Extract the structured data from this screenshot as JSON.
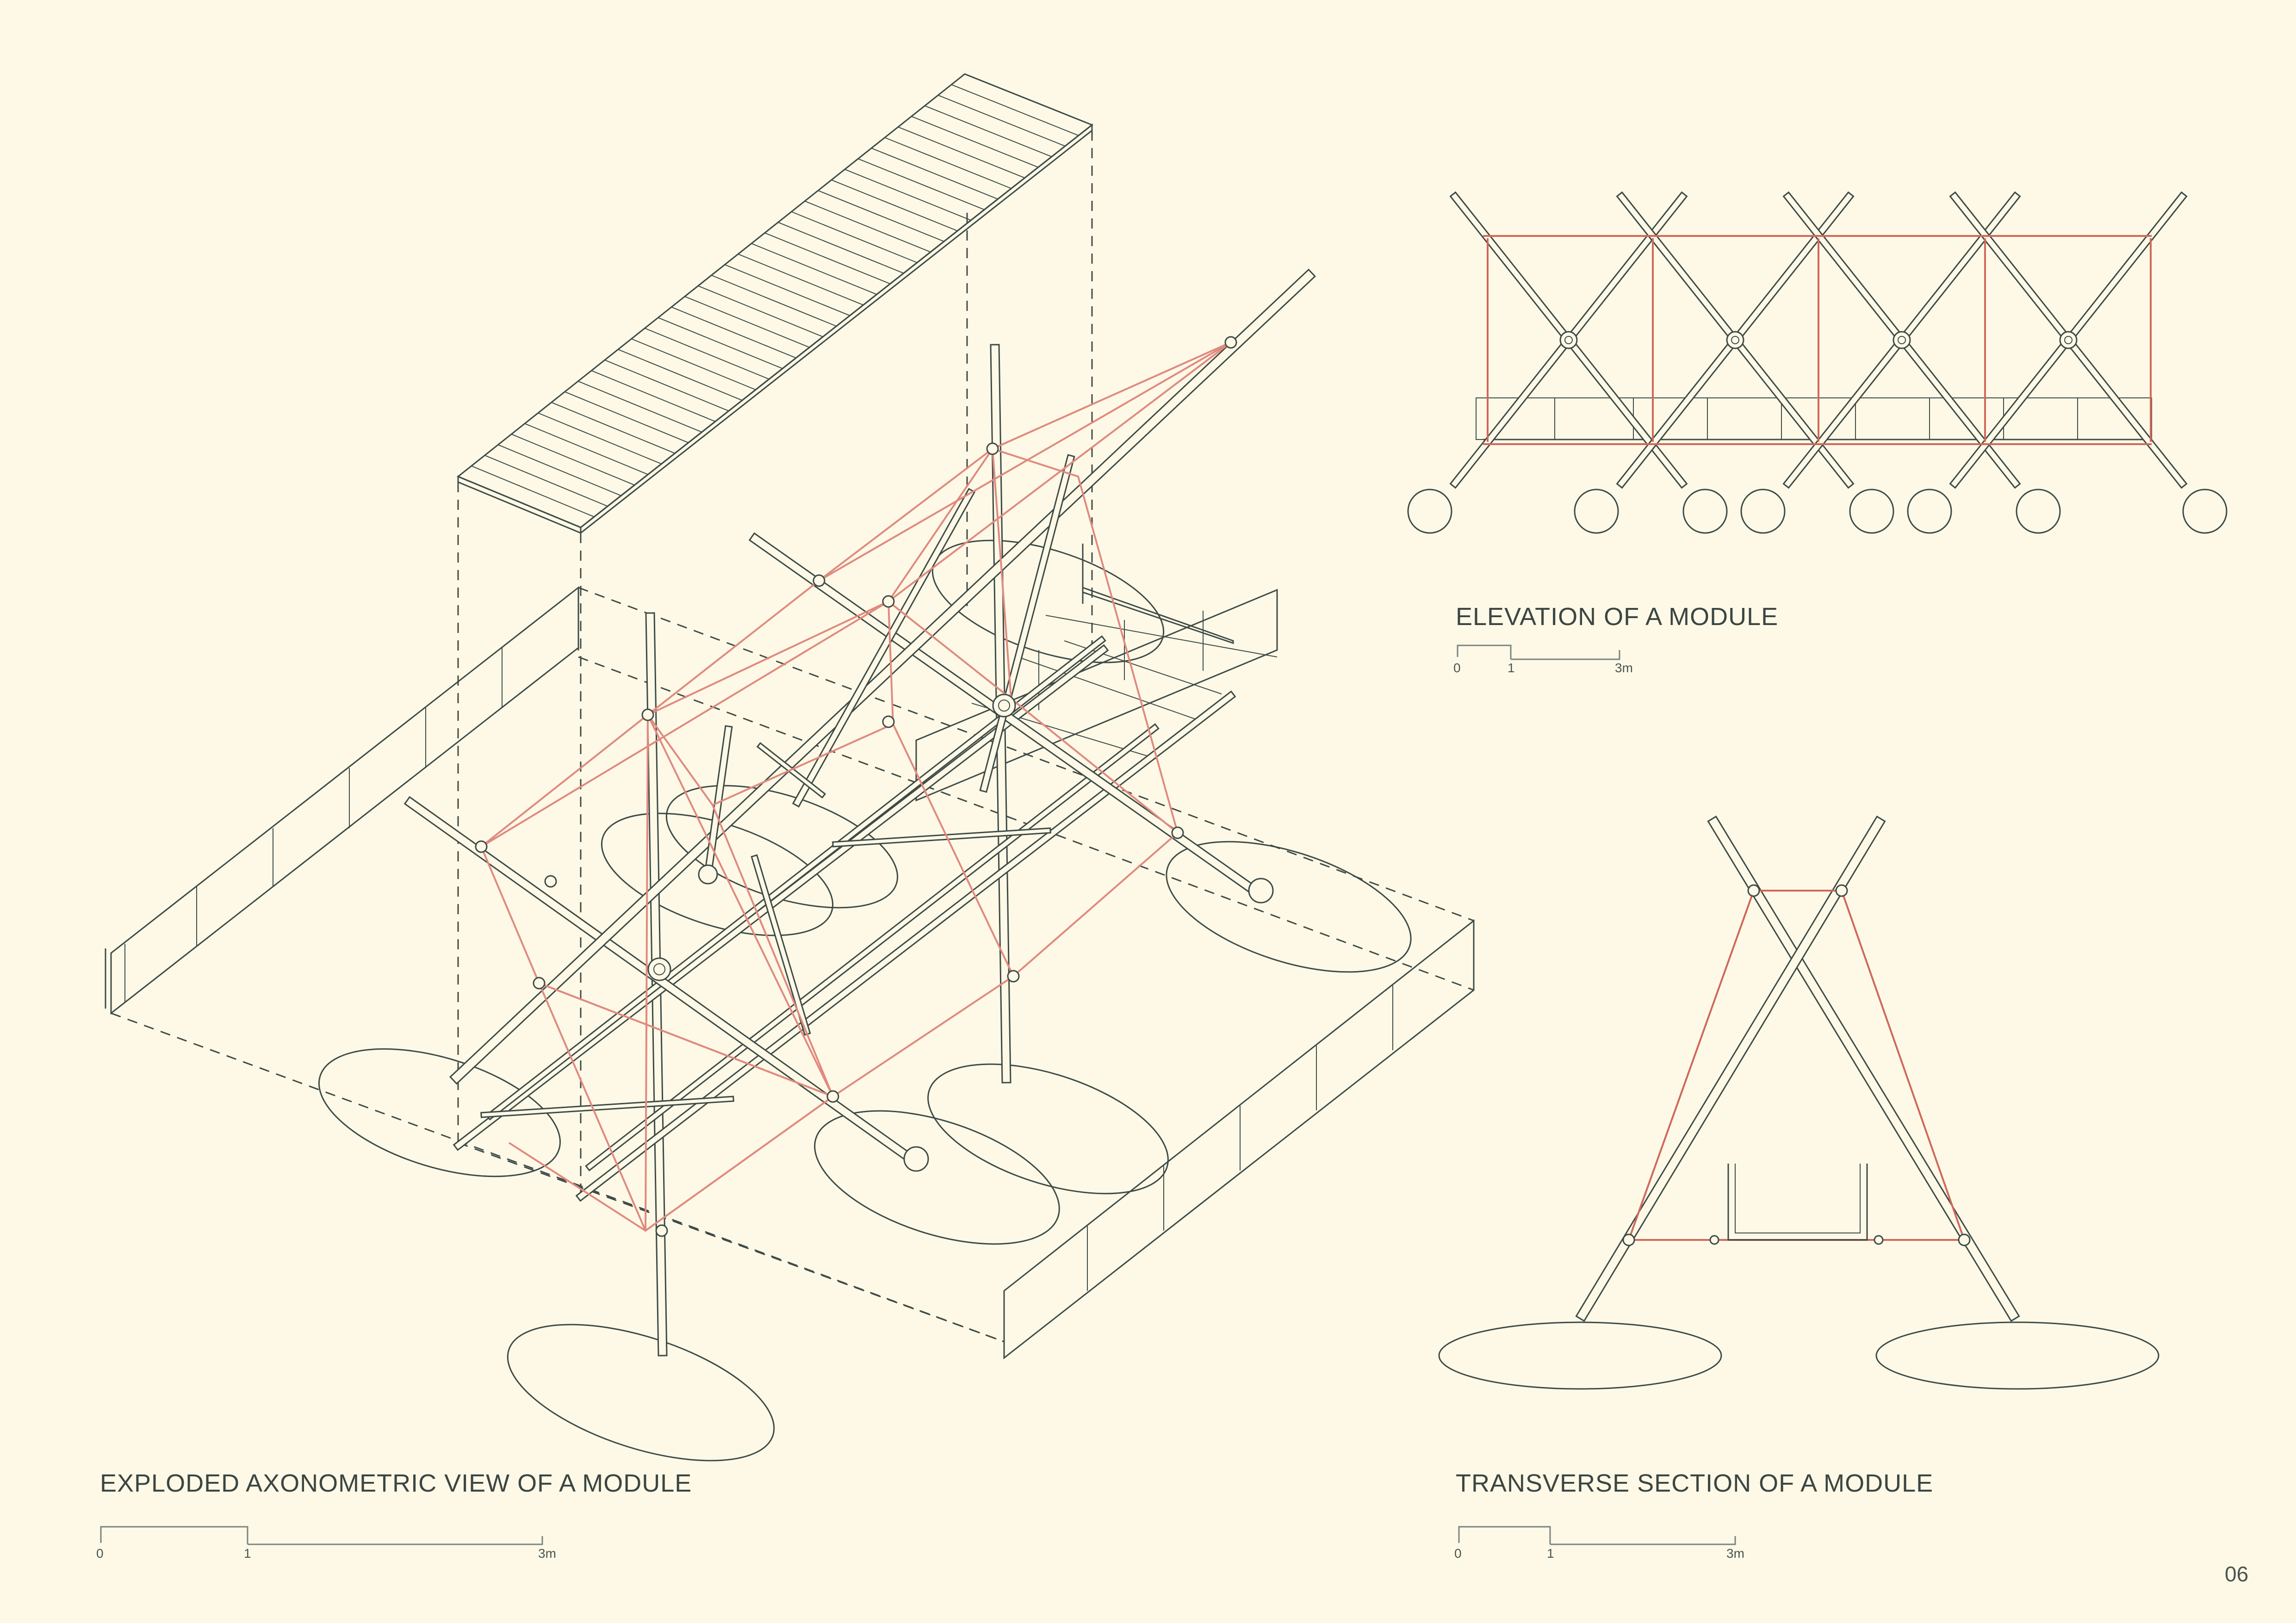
{
  "titles": {
    "axonometric": "EXPLODED AXONOMETRIC VIEW OF A MODULE",
    "elevation": "ELEVATION OF A MODULE",
    "section": "TRANSVERSE SECTION OF A MODULE"
  },
  "scale_bars": {
    "axonometric": {
      "t0": "0",
      "t1": "1",
      "t3": "3m"
    },
    "elevation": {
      "t0": "0",
      "t1": "1",
      "t3": "3m"
    },
    "section": {
      "t0": "0",
      "t1": "1",
      "t3": "3m"
    }
  },
  "page_number": "06",
  "colors": {
    "background": "#fdf9e6",
    "ink": "#3e4a48",
    "cable": "#e08a80"
  }
}
